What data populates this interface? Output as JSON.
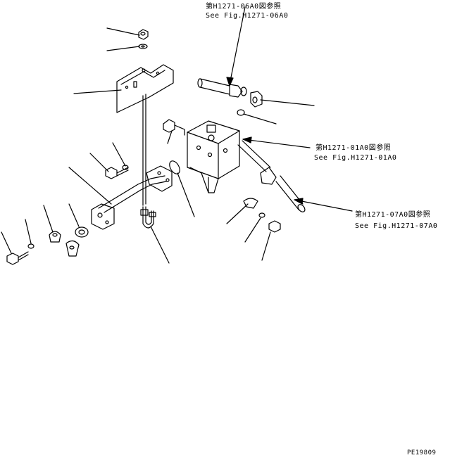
{
  "references": {
    "top": {
      "jp": "第H1271-06A0図参照",
      "en": "See Fig.H1271-06A0"
    },
    "mid": {
      "jp": "第H1271-01A0図参照",
      "en": "See Fig.H1271-01A0"
    },
    "low": {
      "jp": "第H1271-07A0図参照",
      "en": "See Fig.H1271-07A0"
    }
  },
  "drawing_code": "PE19809",
  "colors": {
    "ink": "#000000",
    "paper": "#ffffff"
  }
}
